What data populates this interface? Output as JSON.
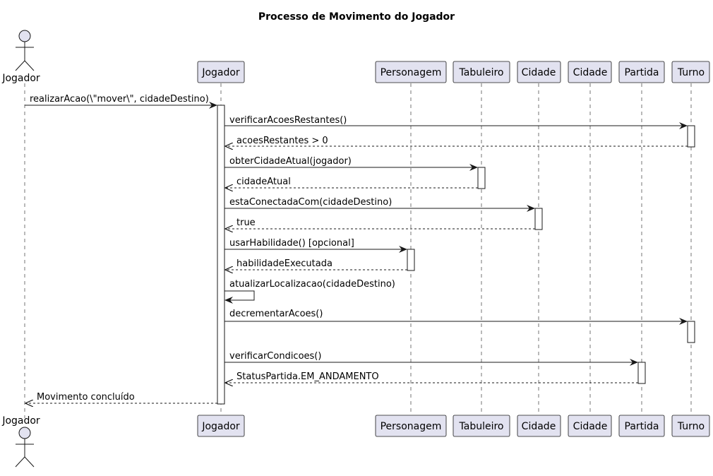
{
  "title": "Processo de Movimento do Jogador",
  "colors": {
    "box_fill": "#E2E2F0",
    "box_stroke": "#181818",
    "lifeline": "#181818",
    "activation_fill": "#ffffff",
    "text": "#000000"
  },
  "actor": {
    "label": "Jogador"
  },
  "participants": [
    {
      "id": "jogador",
      "label": "Jogador"
    },
    {
      "id": "personagem",
      "label": "Personagem"
    },
    {
      "id": "tabuleiro",
      "label": "Tabuleiro"
    },
    {
      "id": "cidade1",
      "label": "Cidade"
    },
    {
      "id": "cidade2",
      "label": "Cidade"
    },
    {
      "id": "partida",
      "label": "Partida"
    },
    {
      "id": "turno",
      "label": "Turno"
    }
  ],
  "messages": [
    {
      "from": "actor",
      "to": "jogador",
      "label": "realizarAcao(\\\"mover\\\", cidadeDestino)",
      "kind": "sync"
    },
    {
      "from": "jogador",
      "to": "turno",
      "label": "verificarAcoesRestantes()",
      "kind": "sync"
    },
    {
      "from": "turno",
      "to": "jogador",
      "label": "acoesRestantes > 0",
      "kind": "return"
    },
    {
      "from": "jogador",
      "to": "tabuleiro",
      "label": "obterCidadeAtual(jogador)",
      "kind": "sync"
    },
    {
      "from": "tabuleiro",
      "to": "jogador",
      "label": "cidadeAtual",
      "kind": "return"
    },
    {
      "from": "jogador",
      "to": "cidade1",
      "label": "estaConectadaCom(cidadeDestino)",
      "kind": "sync"
    },
    {
      "from": "cidade1",
      "to": "jogador",
      "label": "true",
      "kind": "return"
    },
    {
      "from": "jogador",
      "to": "personagem",
      "label": "usarHabilidade() [opcional]",
      "kind": "sync"
    },
    {
      "from": "personagem",
      "to": "jogador",
      "label": "habilidadeExecutada",
      "kind": "return"
    },
    {
      "from": "jogador",
      "to": "jogador",
      "label": "atualizarLocalizacao(cidadeDestino)",
      "kind": "self"
    },
    {
      "from": "jogador",
      "to": "turno",
      "label": "decrementarAcoes()",
      "kind": "sync"
    },
    {
      "from": "jogador",
      "to": "partida",
      "label": "verificarCondicoes()",
      "kind": "sync"
    },
    {
      "from": "partida",
      "to": "jogador",
      "label": "StatusPartida.EM_ANDAMENTO",
      "kind": "return"
    },
    {
      "from": "jogador",
      "to": "actor",
      "label": "Movimento concluído",
      "kind": "return"
    }
  ]
}
